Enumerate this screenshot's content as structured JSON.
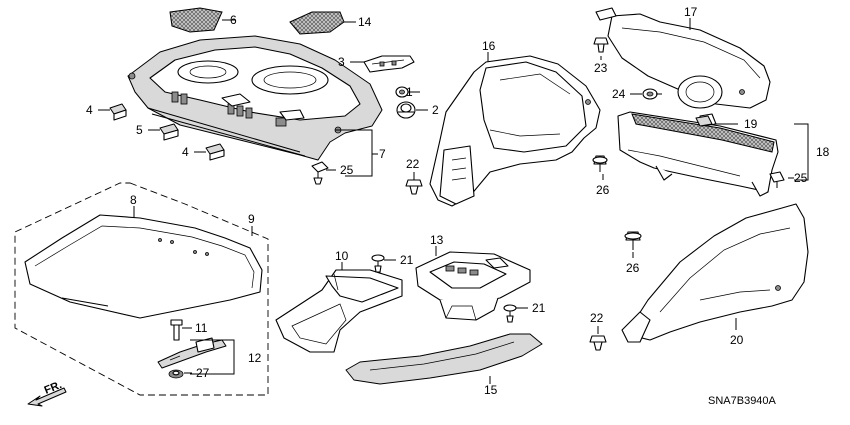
{
  "diagram": {
    "code": "SNA7B3940A",
    "direction_label": "FR.",
    "callouts": {
      "c1": "1",
      "c2": "2",
      "c3": "3",
      "c4a": "4",
      "c4b": "4",
      "c5": "5",
      "c6": "6",
      "c7": "7",
      "c8": "8",
      "c9": "9",
      "c10": "10",
      "c11": "11",
      "c12": "12",
      "c13": "13",
      "c14": "14",
      "c15": "15",
      "c16": "16",
      "c17": "17",
      "c18": "18",
      "c19": "19",
      "c20": "20",
      "c21a": "21",
      "c21b": "21",
      "c22a": "22",
      "c22b": "22",
      "c23": "23",
      "c24": "24",
      "c25a": "25",
      "c25b": "25",
      "c26a": "26",
      "c26b": "26",
      "c27": "27"
    }
  }
}
